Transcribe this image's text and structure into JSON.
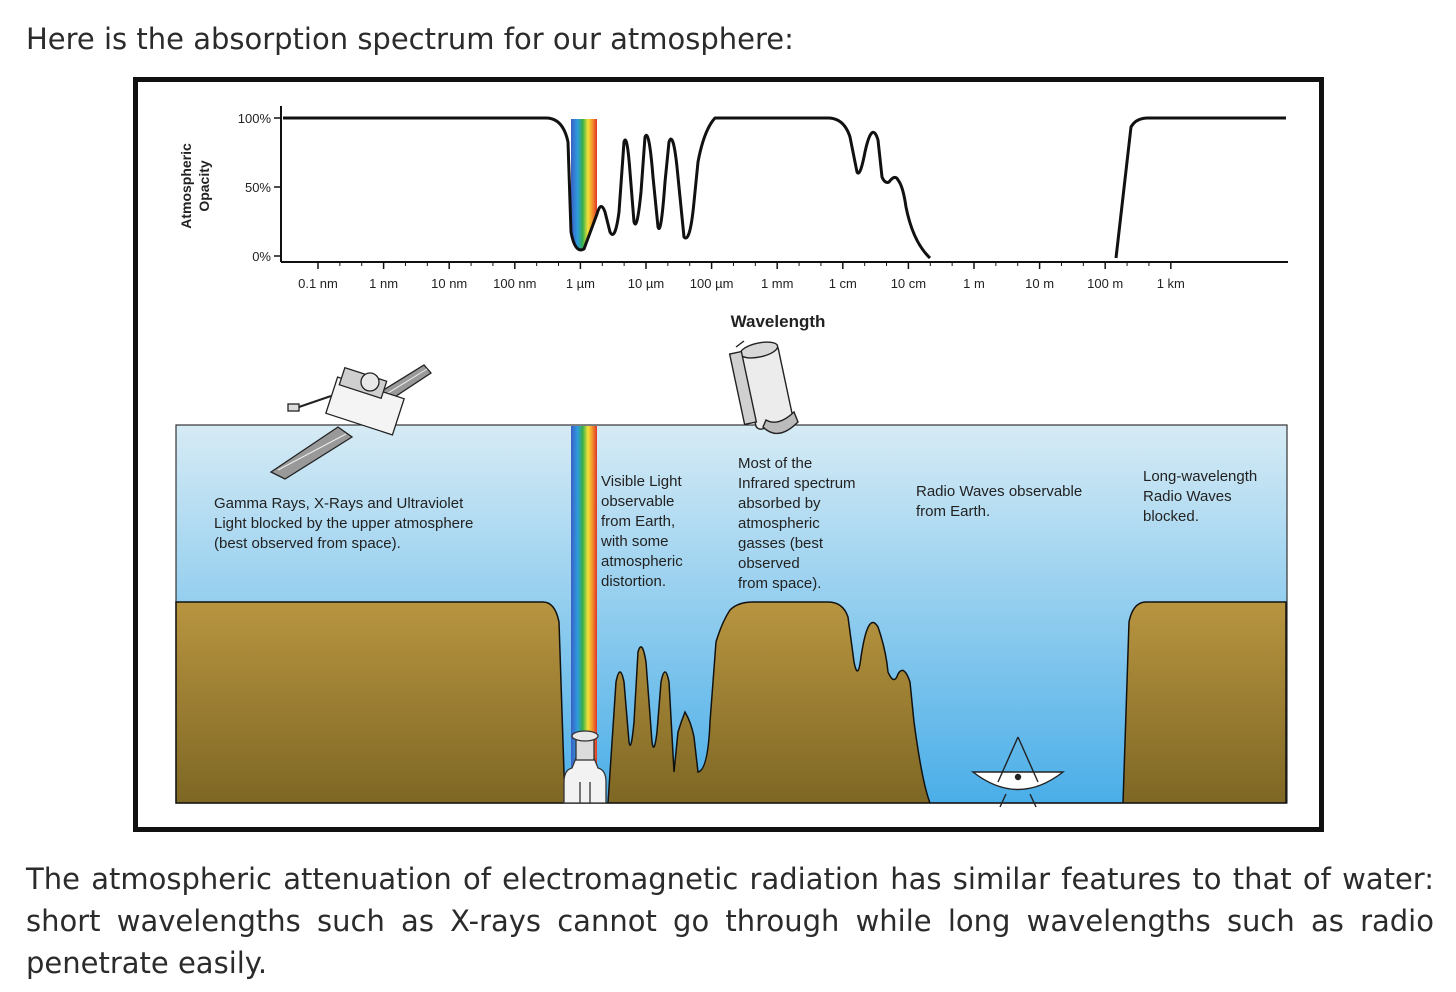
{
  "intro_text": "Here is the absorption spectrum for our atmosphere:",
  "outro_text": "The atmospheric attenuation of electromagnetic radiation has similar features to that of water: short wavelengths such as X-rays cannot go through while long wavelengths such as radio penetrate easily.",
  "diagram": {
    "y_axis_label_line1": "Atmospheric",
    "y_axis_label_line2": "Opacity",
    "y_ticks": [
      "100%",
      "50%",
      "0%"
    ],
    "x_axis_label": "Wavelength",
    "x_ticks": [
      "0.1 nm",
      "1 nm",
      "10 nm",
      "100 nm",
      "1 µm",
      "10 µm",
      "100 µm",
      "1 mm",
      "1 cm",
      "10 cm",
      "1 m",
      "10 m",
      "100 m",
      "1 km"
    ],
    "captions": {
      "gamma": "Gamma Rays, X-Rays and Ultraviolet\nLight blocked by the upper atmosphere\n(best observed from space).",
      "visible": "Visible Light\nobservable\nfrom Earth,\nwith some\natmospheric\ndistortion.",
      "infrared": "Most of the\nInfrared spectrum\nabsorbed by\natmospheric\ngasses (best\nobserved\nfrom space).",
      "radio": "Radio Waves observable\nfrom Earth.",
      "long_radio": "Long-wavelength\nRadio Waves\nblocked."
    },
    "colors": {
      "sky_top": "#d6ebf5",
      "sky_bottom": "#4aaee8",
      "ground_top": "#b89540",
      "ground_bottom": "#7e6724",
      "curve": "#111111"
    },
    "icons": [
      "satellite-icon",
      "space-telescope-icon",
      "ground-telescope-icon",
      "radio-dish-icon"
    ]
  }
}
